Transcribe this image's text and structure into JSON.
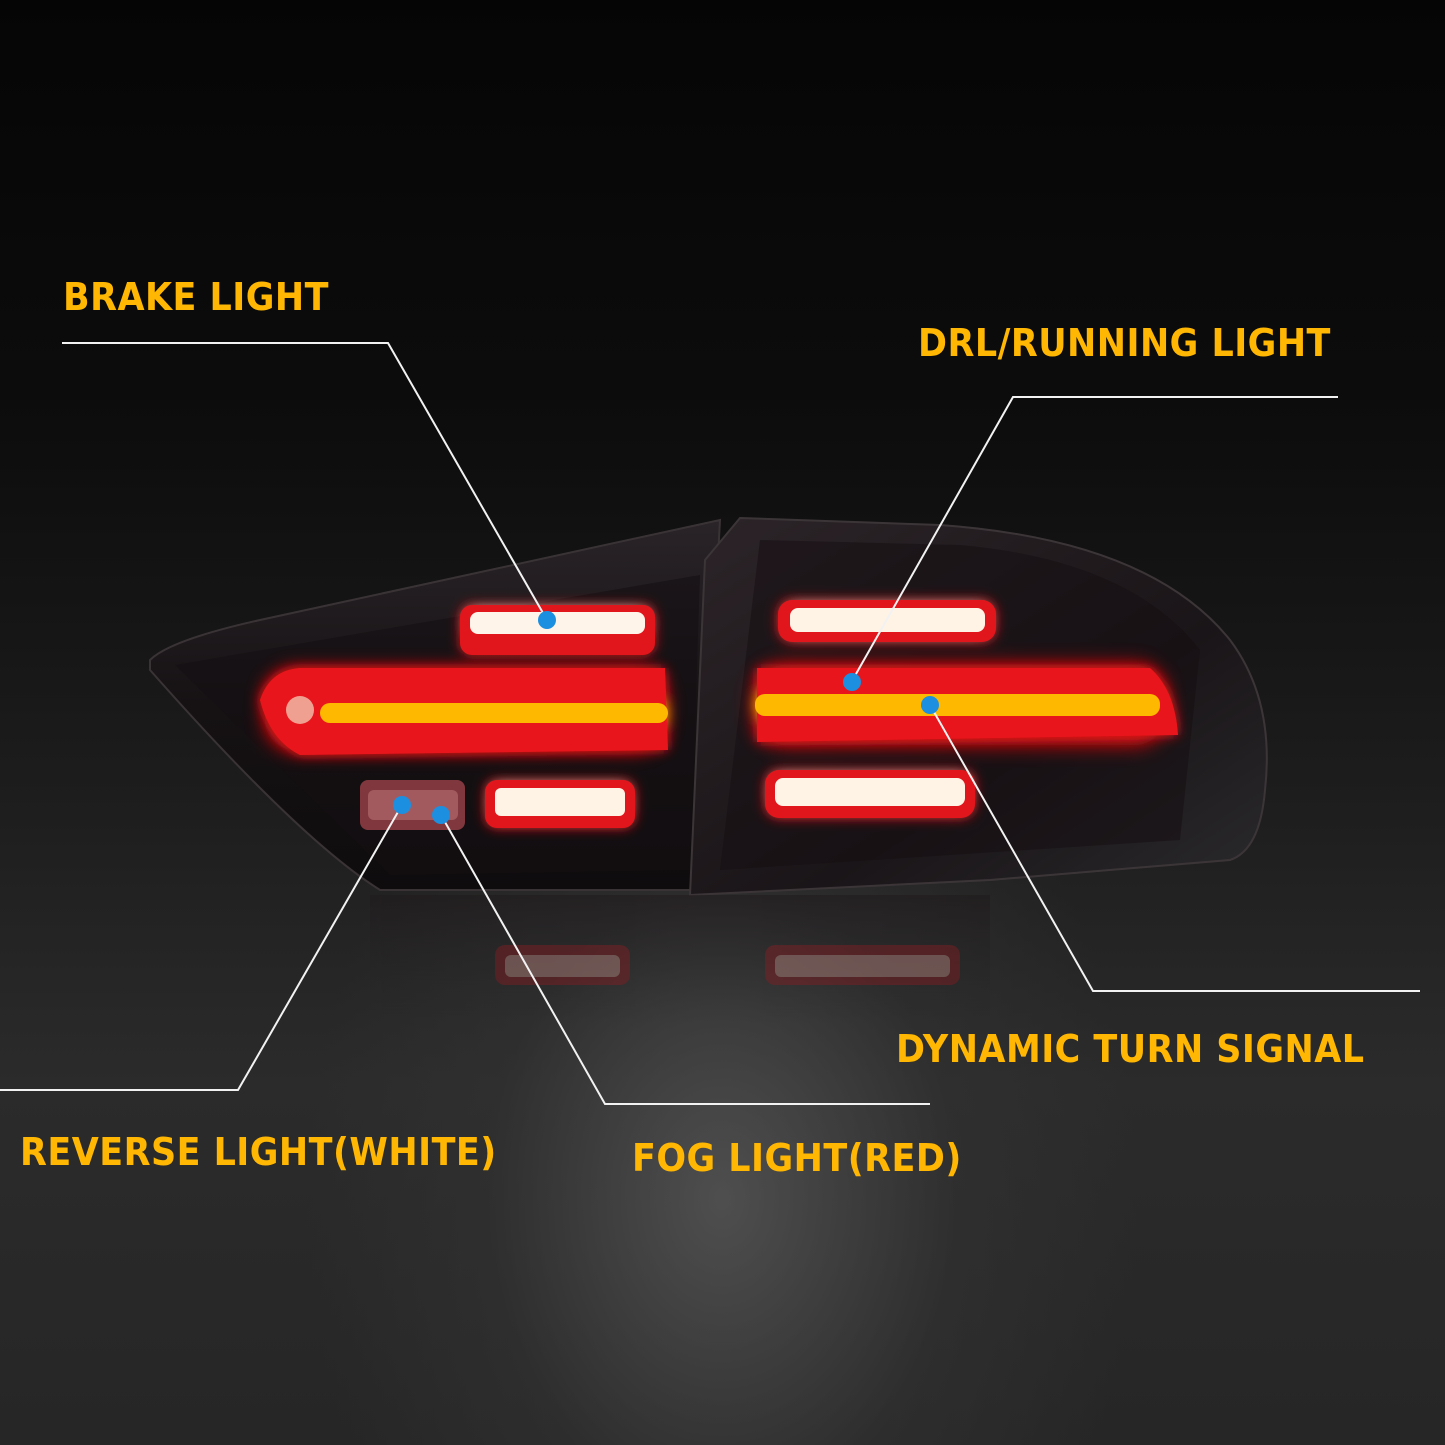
{
  "image": {
    "subject": "LED tail light assembly (left pair, outer and inner sections), smoked housing, illuminated",
    "background": "dark gradient with spotlight from below"
  },
  "callouts": [
    {
      "id": "brake",
      "label": "BRAKE LIGHT"
    },
    {
      "id": "drl",
      "label": "DRL/RUNNING LIGHT"
    },
    {
      "id": "turn",
      "label": "DYNAMIC TURN SIGNAL"
    },
    {
      "id": "reverse",
      "label": "REVERSE LIGHT(WHITE)"
    },
    {
      "id": "fog",
      "label": "FOG LIGHT(RED)"
    }
  ],
  "colors": {
    "label": "#ffb703",
    "marker_dot": "#1d8fe0",
    "leader_line": "#f2f2f2",
    "light_red": "#e8161b",
    "light_amber": "#ffb000",
    "housing": "#1a1518"
  }
}
